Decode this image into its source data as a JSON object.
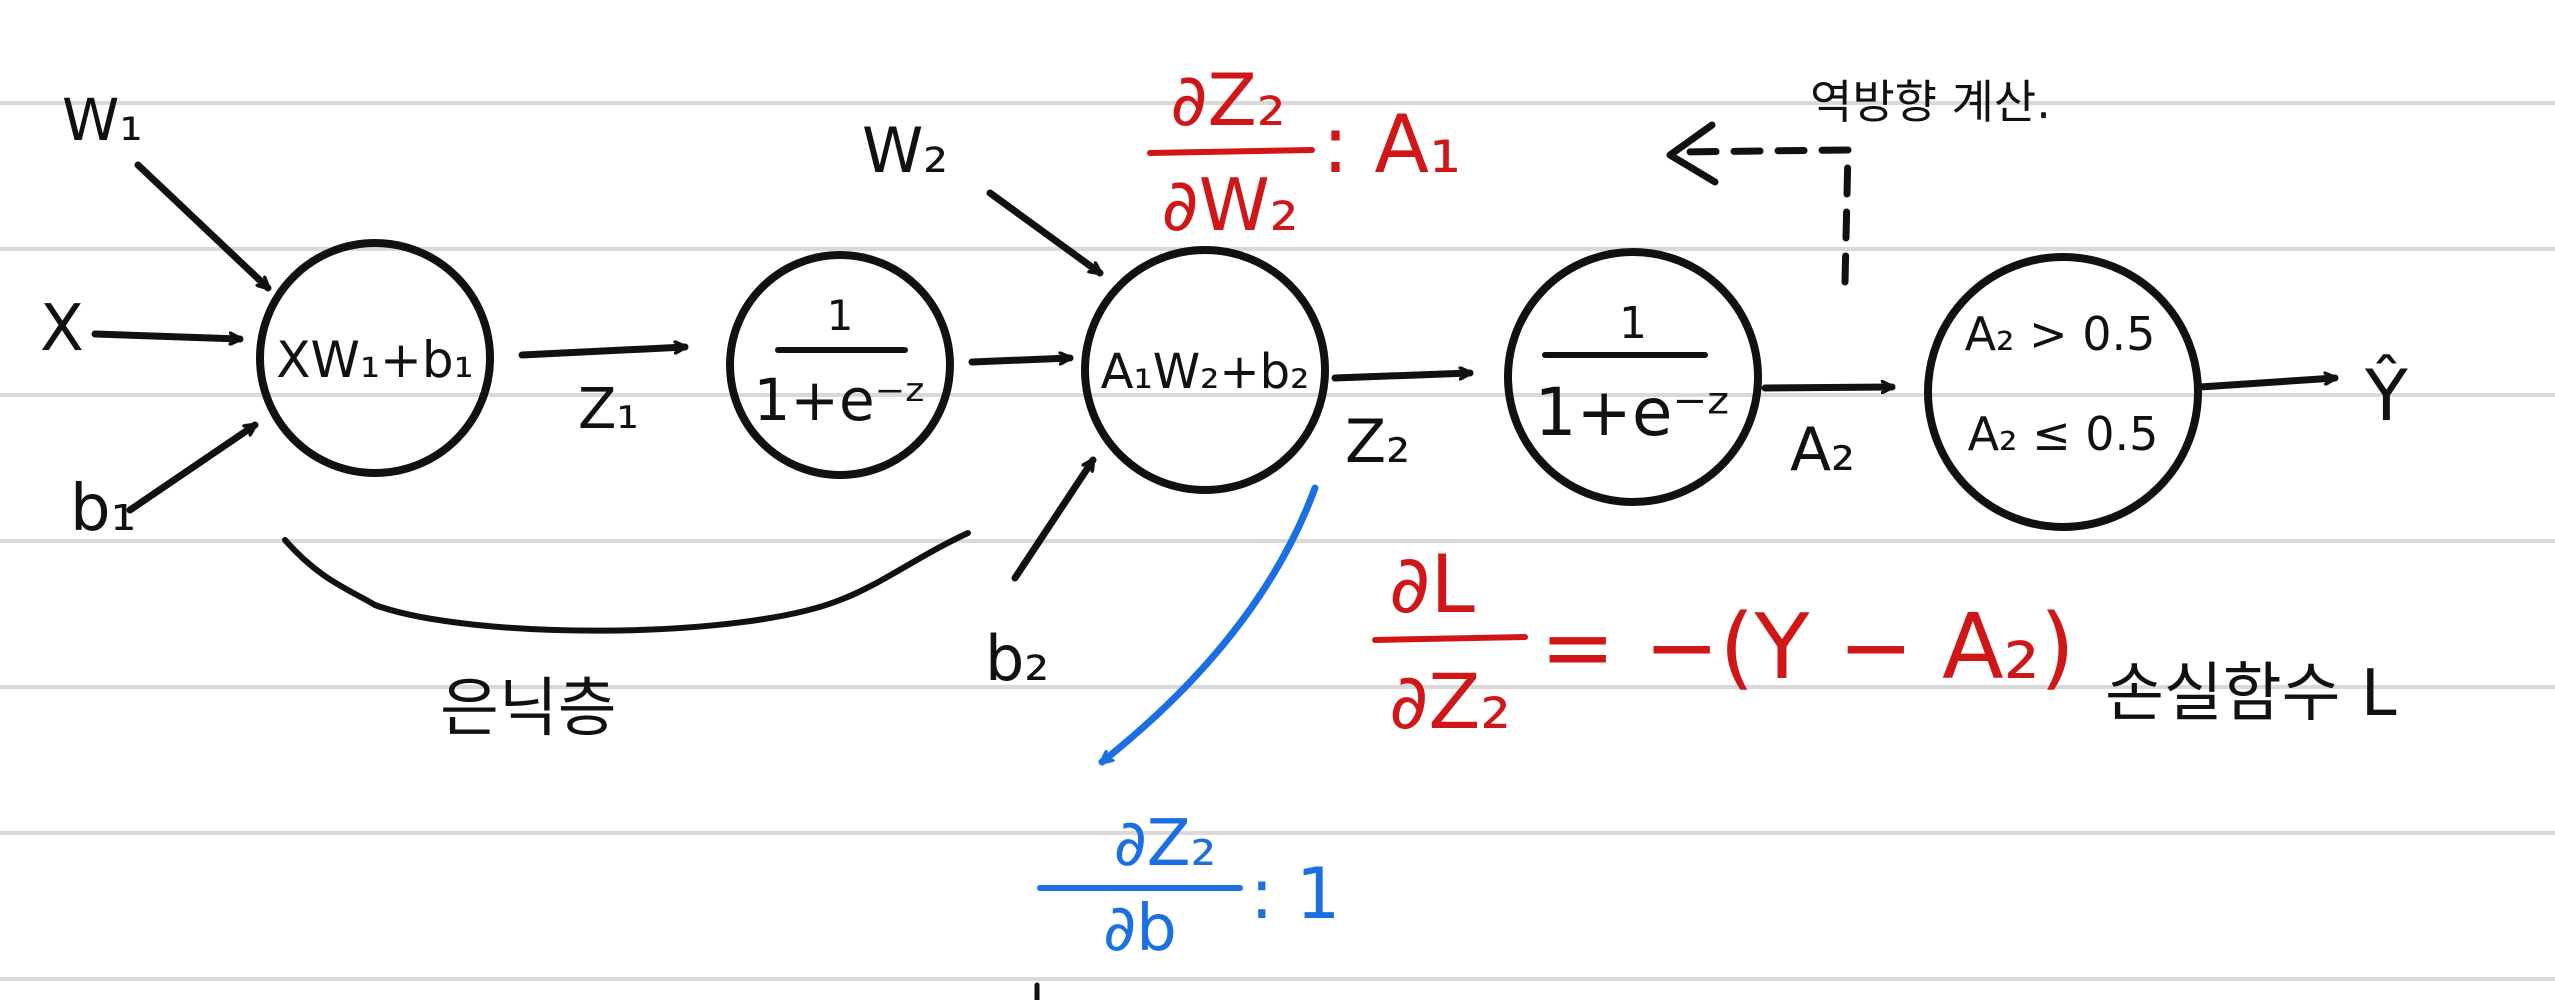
{
  "inputs": {
    "w1": "W₁",
    "x": "X",
    "b1": "b₁",
    "w2": "W₂",
    "b2": "b₂"
  },
  "nodes": {
    "linear1": "XW₁+b₁",
    "sigmoid1_num": "1",
    "sigmoid1_den": "1+e⁻ᶻ",
    "linear2": "A₁W₂+b₂",
    "sigmoid2_num": "1",
    "sigmoid2_den": "1+e⁻ᶻ",
    "threshold_top": "A₂ > 0.5",
    "threshold_bottom": "A₂ ≤ 0.5"
  },
  "edges": {
    "z1": "Z₁",
    "z2": "Z₂",
    "a2": "A₂",
    "output": "Ŷ"
  },
  "annotations": {
    "hidden_layer": "은닉층",
    "backprop": "역방향 계산.",
    "loss_function": "손실함수 L"
  },
  "derivatives": {
    "dz2_dw2_num": "∂Z₂",
    "dz2_dw2_den": "∂W₂",
    "dz2_dw2_result": ": A₁",
    "dl_dz2_num": "∂L",
    "dl_dz2_den": "∂Z₂",
    "dl_dz2_result": "= −(Y − A₂)",
    "dz2_db_num": "∂Z₂",
    "dz2_db_den": "∂b",
    "dz2_db_result": ": 1"
  },
  "colors": {
    "ink": "#111111",
    "red": "#d01616",
    "blue": "#1a6fe3",
    "rule": "#d9d9d9"
  }
}
